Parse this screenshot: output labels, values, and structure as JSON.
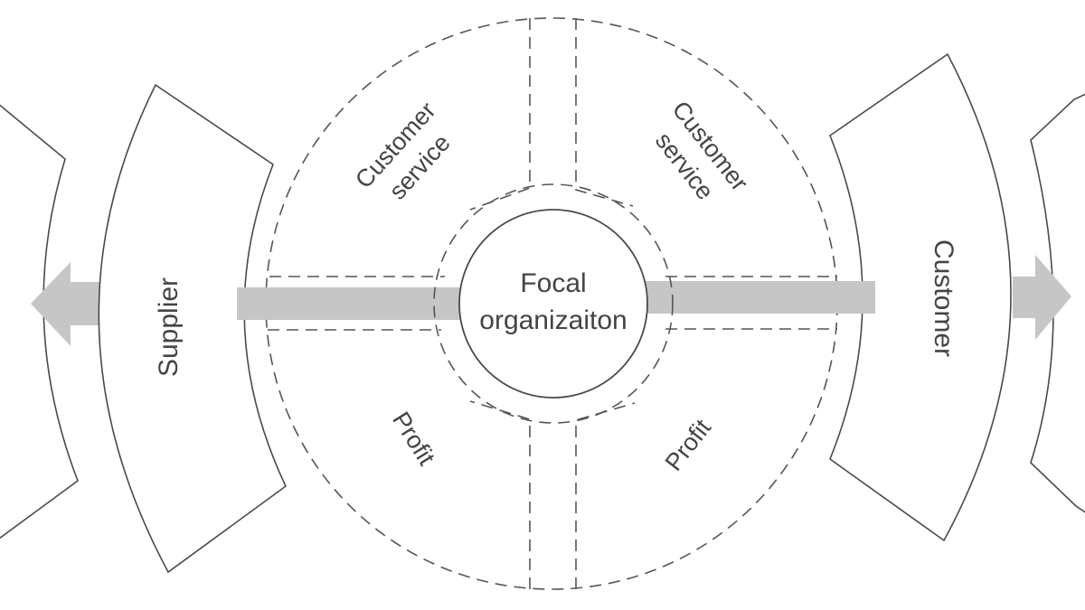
{
  "diagram": {
    "center": {
      "line1": "Focal",
      "line2": "organizaiton"
    },
    "left_partner": "Supplier",
    "right_partner": "Customer",
    "quadrants": {
      "top_left": {
        "line1": "Customer",
        "line2": "service"
      },
      "top_right": {
        "line1": "Customer",
        "line2": "service"
      },
      "bottom_left": "Profit",
      "bottom_right": "Profit"
    }
  },
  "colors": {
    "flow_arrow": "#c6c6c6",
    "outline": "#4a4a4a",
    "background": "#ffffff"
  }
}
